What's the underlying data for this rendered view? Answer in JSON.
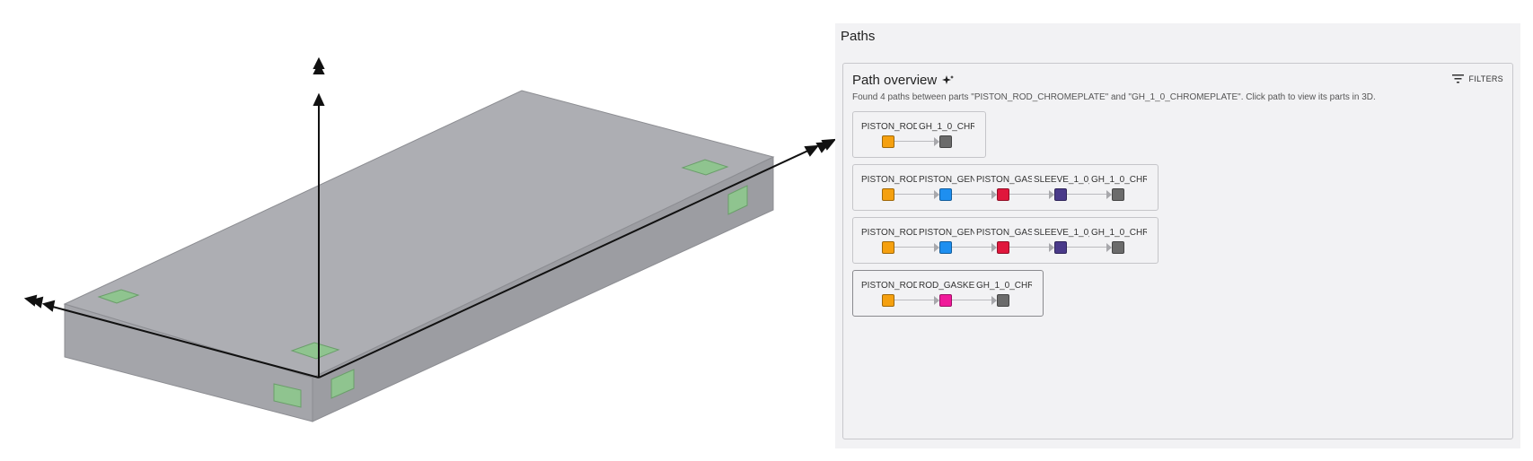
{
  "panel": {
    "title": "Paths",
    "overview_title": "Path overview",
    "overview_icon": "sparkle-icon",
    "description": "Found 4 paths between parts \"PISTON_ROD_CHROMEPLATE\" and \"GH_1_0_CHROMEPLATE\". Click path to view its parts in 3D.",
    "filters_label": "FILTERS",
    "filters_icon": "filter-lines-icon"
  },
  "paths": [
    {
      "selected": false,
      "nodes": [
        {
          "label": "PISTON_ROD_...",
          "color": "#f5a00f"
        },
        {
          "label": "GH_1_0_CHR...",
          "color": "#6b6b6b"
        }
      ]
    },
    {
      "selected": false,
      "nodes": [
        {
          "label": "PISTON_ROD_...",
          "color": "#f5a00f"
        },
        {
          "label": "PISTON_GEN1...",
          "color": "#1e8ff0"
        },
        {
          "label": "PISTON_GAS...",
          "color": "#e0173c"
        },
        {
          "label": "SLEEVE_1_0_...",
          "color": "#4a3a8a"
        },
        {
          "label": "GH_1_0_CHR...",
          "color": "#6b6b6b"
        }
      ]
    },
    {
      "selected": false,
      "nodes": [
        {
          "label": "PISTON_ROD_...",
          "color": "#f5a00f"
        },
        {
          "label": "PISTON_GEN1...",
          "color": "#1e8ff0"
        },
        {
          "label": "PISTON_GAS...",
          "color": "#e0173c"
        },
        {
          "label": "SLEEVE_1_0_...",
          "color": "#4a3a8a"
        },
        {
          "label": "GH_1_0_CHR...",
          "color": "#6b6b6b"
        }
      ]
    },
    {
      "selected": true,
      "nodes": [
        {
          "label": "PISTON_ROD_...",
          "color": "#f5a00f"
        },
        {
          "label": "ROD_GASKET...",
          "color": "#f0199a"
        },
        {
          "label": "GH_1_0_CHR...",
          "color": "#6b6b6b"
        }
      ]
    }
  ],
  "viewport": {
    "part_color": "#a9aaaf",
    "contact_color": "#8fc48f",
    "axis_color": "#111111"
  }
}
